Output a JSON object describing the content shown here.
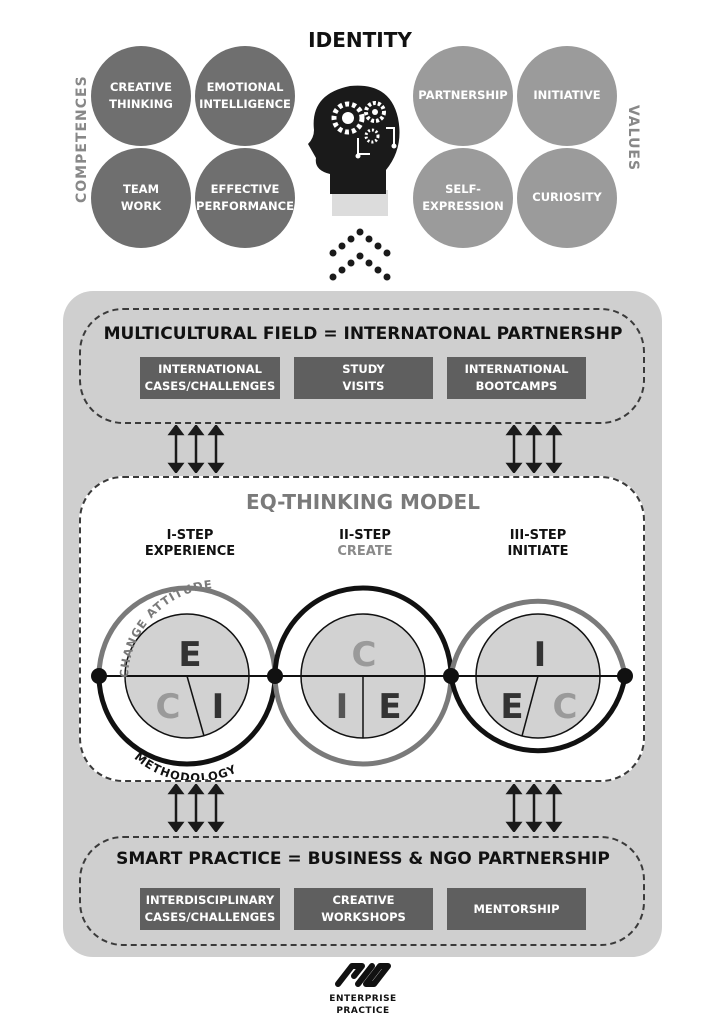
{
  "identity": {
    "title": "IDENTITY",
    "competences_label": "COMPETENCES",
    "values_label": "VALUES",
    "competences": [
      {
        "label": "CREATIVE\nTHINKING"
      },
      {
        "label": "EMOTIONAL\nINTELLIGENCE"
      },
      {
        "label": "TEAM\nWORK"
      },
      {
        "label": "EFFECTIVE\nPERFORMANCE"
      }
    ],
    "values": [
      {
        "label": "PARTNERSHIP"
      },
      {
        "label": "INITIATIVE"
      },
      {
        "label": "SELF-\nEXPRESSION"
      },
      {
        "label": "CURIOSITY"
      }
    ]
  },
  "multicultural": {
    "title": "MULTICULTURAL FIELD = INTERNATONAL PARTNERSHP",
    "boxes": [
      {
        "label": "INTERNATIONAL\nCASES/CHALLENGES"
      },
      {
        "label": "STUDY\nVISITS"
      },
      {
        "label": "INTERNATIONAL\nBOOTCAMPS"
      }
    ]
  },
  "model": {
    "title": "EQ-THINKING MODEL",
    "steps": [
      {
        "num": "I-STEP",
        "name": "EXPERIENCE"
      },
      {
        "num": "II-STEP",
        "name": "CREATE"
      },
      {
        "num": "III-STEP",
        "name": "INITIATE"
      }
    ],
    "arc_top": "CHANGE ATTITUDE",
    "arc_bottom": "METHODOLOGY",
    "circles": [
      {
        "top": "E",
        "left": "C",
        "right": "I"
      },
      {
        "top": "C",
        "left": "I",
        "right": "E"
      },
      {
        "top": "I",
        "left": "E",
        "right": "C"
      }
    ]
  },
  "smart": {
    "title": "SMART PRACTICE = BUSINESS & NGO PARTNERSHIP",
    "boxes": [
      {
        "label": "INTERDISCIPLINARY\nCASES/CHALLENGES"
      },
      {
        "label": "CREATIVE\nWORKSHOPS"
      },
      {
        "label": "MENTORSHIP"
      }
    ]
  },
  "logo": {
    "line1": "ENTERPRISE",
    "line2": "PRACTICE"
  },
  "colors": {
    "dark_circle": "#6f6f6f",
    "light_circle": "#9b9b9b",
    "panel": "#cfcfcf",
    "box": "#5f5f5f"
  }
}
